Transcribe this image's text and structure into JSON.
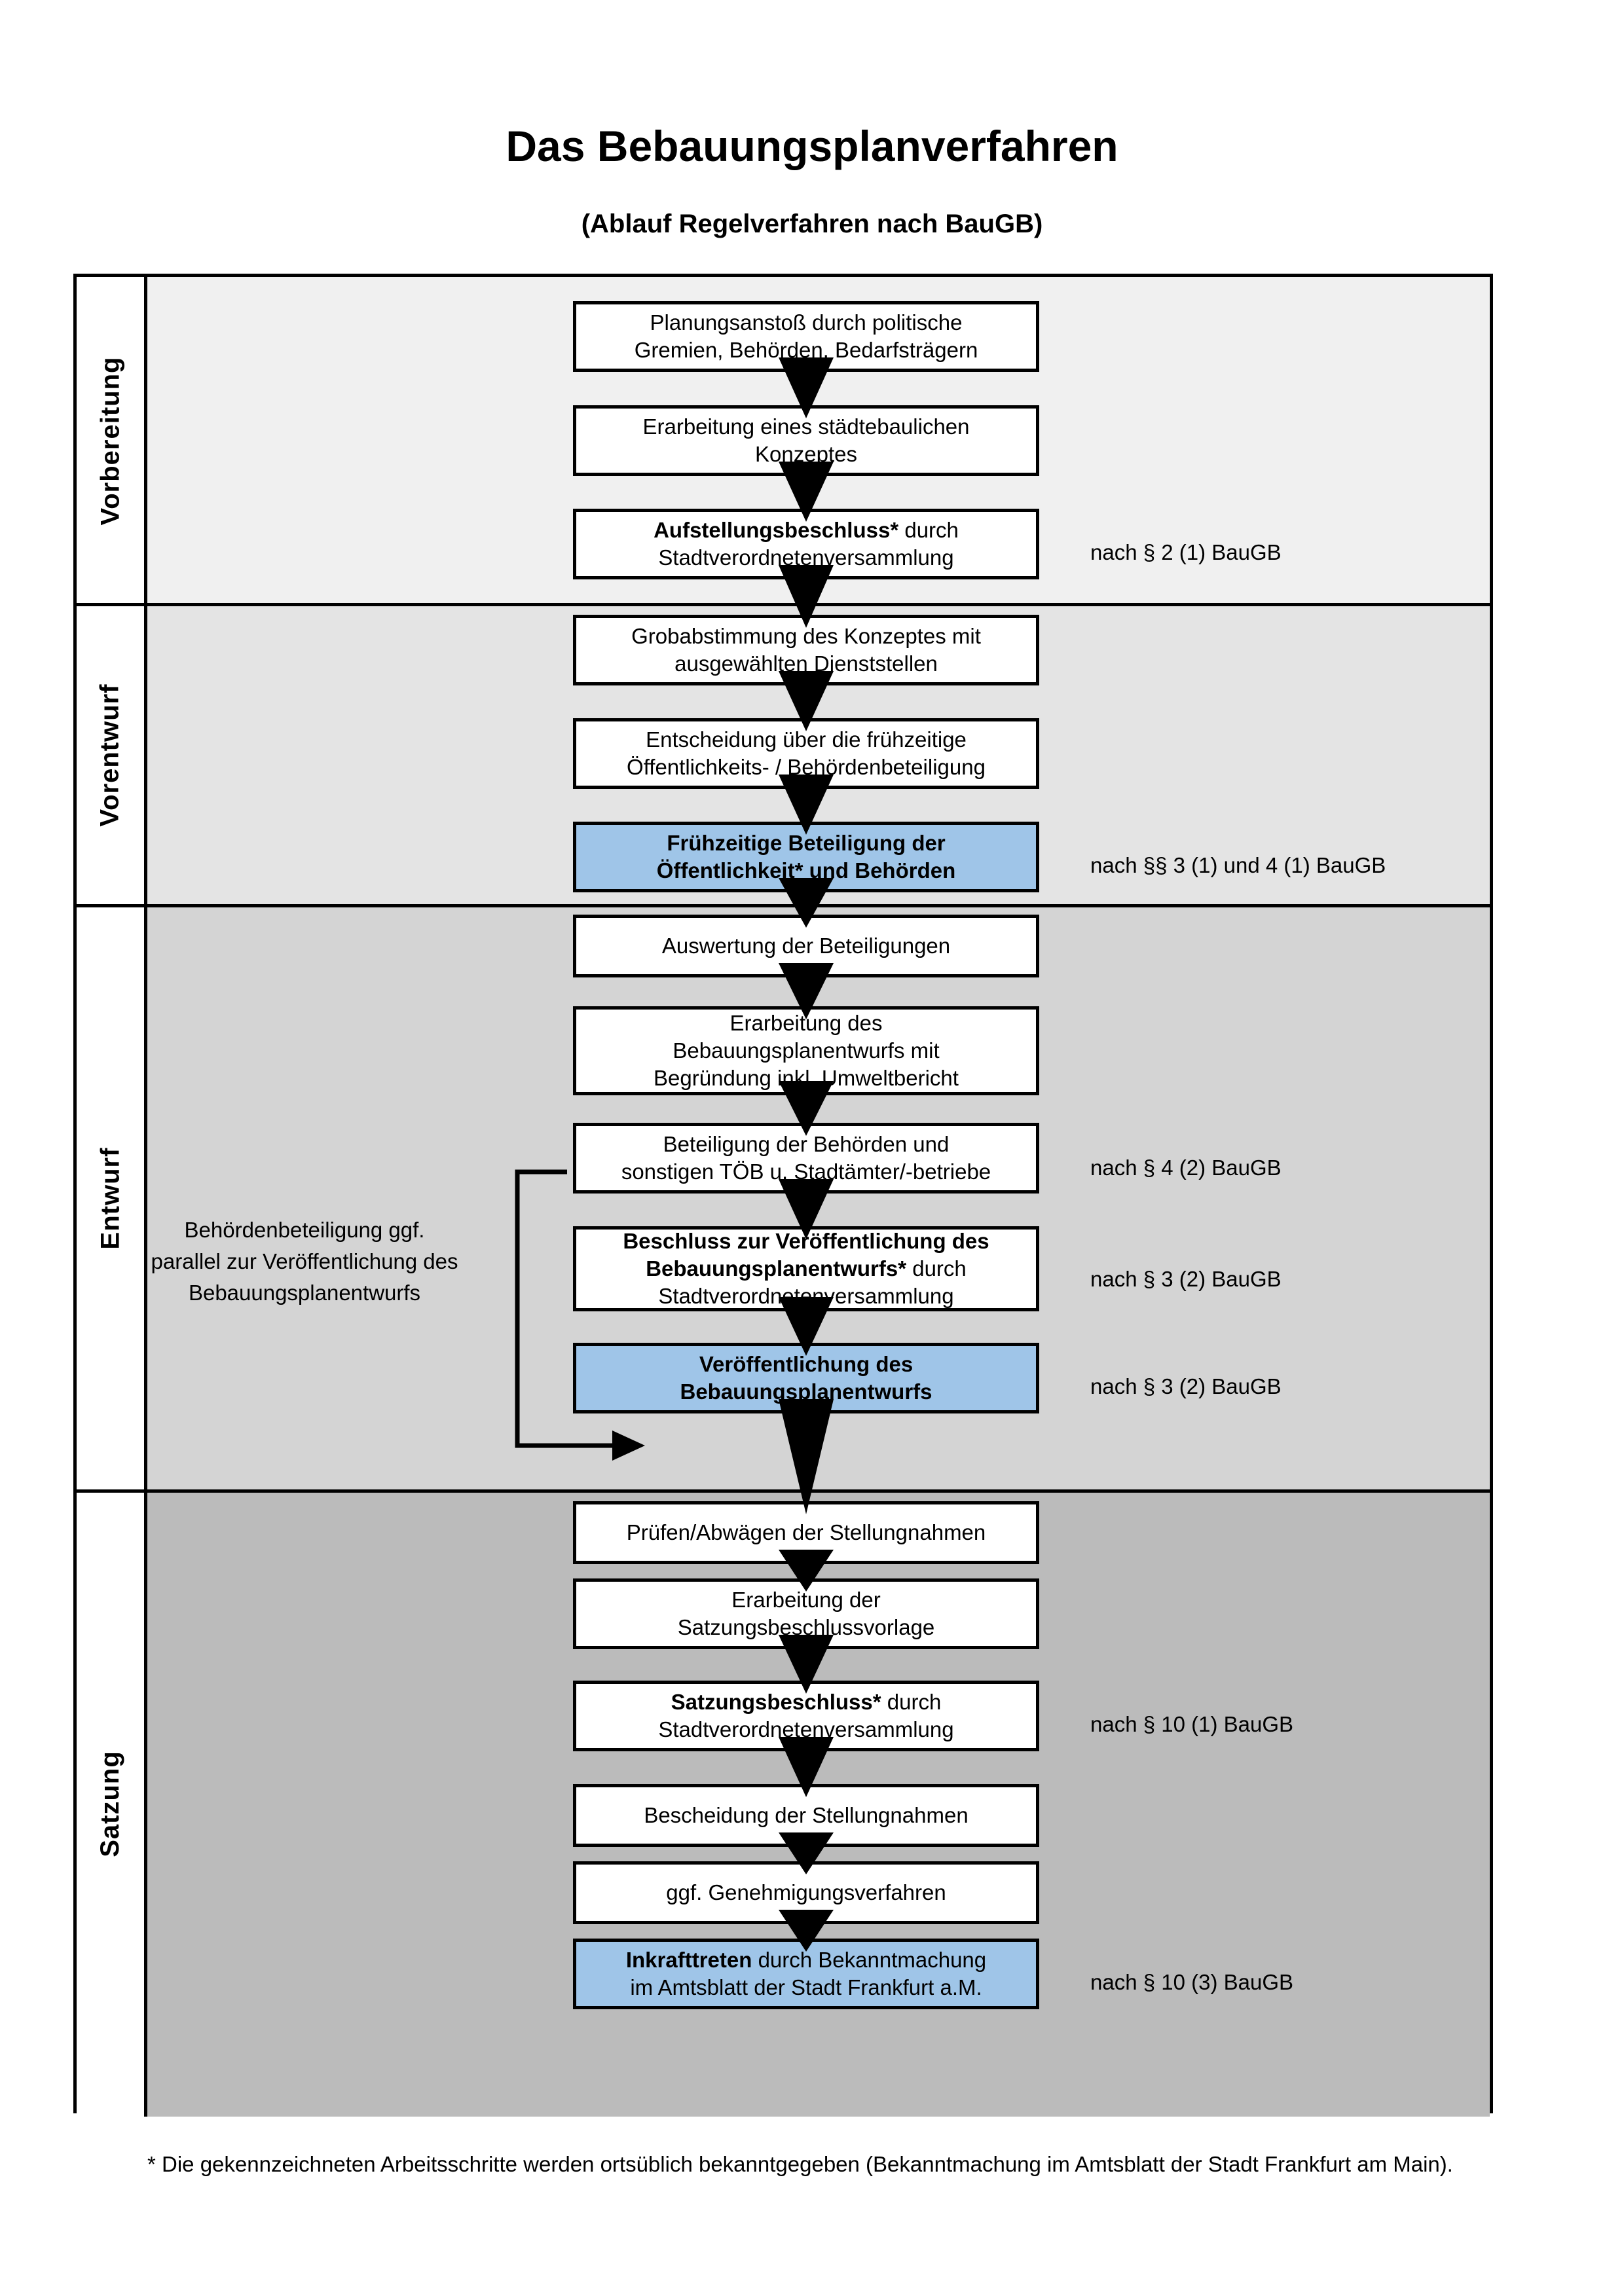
{
  "header": {
    "title": "Das Bebauungsplanverfahren",
    "subtitle": "(Ablauf Regelverfahren nach BauGB)"
  },
  "phases": [
    {
      "id": "vorbereitung",
      "label": "Vorbereitung",
      "background": "#F0F0F0"
    },
    {
      "id": "vorentwurf",
      "label": "Vorentwurf",
      "background": "#E4E4E4"
    },
    {
      "id": "entwurf",
      "label": "Entwurf",
      "background": "#D4D4D4"
    },
    {
      "id": "satzung",
      "label": "Satzung",
      "background": "#BBBBBB"
    }
  ],
  "steps": [
    {
      "id": "s1",
      "phase": "vorbereitung",
      "highlight": false,
      "lines": [
        {
          "text": "Planungsanstoß durch politische",
          "bold": false
        },
        {
          "text": "Gremien, Behörden, Bedarfsträgern",
          "bold": false
        }
      ]
    },
    {
      "id": "s2",
      "phase": "vorbereitung",
      "highlight": false,
      "lines": [
        {
          "text": "Erarbeitung eines städtebaulichen",
          "bold": false
        },
        {
          "text": "Konzeptes",
          "bold": false
        }
      ]
    },
    {
      "id": "s3",
      "phase": "vorbereitung",
      "highlight": false,
      "lines": [
        {
          "text": "Aufstellungsbeschluss*",
          "bold": true,
          "suffix": " durch"
        },
        {
          "text": "Stadtverordnetenversammlung",
          "bold": false
        }
      ]
    },
    {
      "id": "s4",
      "phase": "vorentwurf",
      "highlight": false,
      "lines": [
        {
          "text": "Grobabstimmung des Konzeptes mit",
          "bold": false
        },
        {
          "text": "ausgewählten Dienststellen",
          "bold": false
        }
      ]
    },
    {
      "id": "s5",
      "phase": "vorentwurf",
      "highlight": false,
      "lines": [
        {
          "text": "Entscheidung über die frühzeitige",
          "bold": false
        },
        {
          "text": "Öffentlichkeits- / Behördenbeteiligung",
          "bold": false
        }
      ]
    },
    {
      "id": "s6",
      "phase": "vorentwurf",
      "highlight": true,
      "lines": [
        {
          "text": "Frühzeitige Beteiligung der",
          "bold": true
        },
        {
          "text": "Öffentlichkeit* und Behörden",
          "bold": true
        }
      ]
    },
    {
      "id": "s7",
      "phase": "entwurf",
      "highlight": false,
      "lines": [
        {
          "text": "Auswertung der Beteiligungen",
          "bold": false
        }
      ]
    },
    {
      "id": "s8",
      "phase": "entwurf",
      "highlight": false,
      "lines": [
        {
          "text": "Erarbeitung des",
          "bold": false
        },
        {
          "text": "Bebauungsplanentwurfs mit",
          "bold": false
        },
        {
          "text": "Begründung inkl. Umweltbericht",
          "bold": false
        }
      ]
    },
    {
      "id": "s9",
      "phase": "entwurf",
      "highlight": false,
      "lines": [
        {
          "text": "Beteiligung der Behörden und",
          "bold": false
        },
        {
          "text": "sonstigen TÖB u. Stadtämter/-betriebe",
          "bold": false
        }
      ]
    },
    {
      "id": "s10",
      "phase": "entwurf",
      "highlight": false,
      "lines": [
        {
          "text": "Beschluss zur Veröffentlichung des",
          "bold": true
        },
        {
          "text": "Bebauungsplanentwurfs*",
          "bold": true,
          "suffix": " durch"
        },
        {
          "text": "Stadtverordnetenversammlung",
          "bold": false
        }
      ]
    },
    {
      "id": "s11",
      "phase": "entwurf",
      "highlight": true,
      "lines": [
        {
          "text": "Veröffentlichung des",
          "bold": true
        },
        {
          "text": "Bebauungsplanentwurfs",
          "bold": true
        }
      ]
    },
    {
      "id": "s12",
      "phase": "satzung",
      "highlight": false,
      "lines": [
        {
          "text": "Prüfen/Abwägen der Stellungnahmen",
          "bold": false
        }
      ]
    },
    {
      "id": "s13",
      "phase": "satzung",
      "highlight": false,
      "lines": [
        {
          "text": "Erarbeitung der",
          "bold": false
        },
        {
          "text": "Satzungsbeschlussvorlage",
          "bold": false
        }
      ]
    },
    {
      "id": "s14",
      "phase": "satzung",
      "highlight": false,
      "lines": [
        {
          "text": "Satzungsbeschluss*",
          "bold": true,
          "suffix": " durch"
        },
        {
          "text": "Stadtverordnetenversammlung",
          "bold": false
        }
      ]
    },
    {
      "id": "s15",
      "phase": "satzung",
      "highlight": false,
      "lines": [
        {
          "text": "Bescheidung der Stellungnahmen",
          "bold": false
        }
      ]
    },
    {
      "id": "s16",
      "phase": "satzung",
      "highlight": false,
      "lines": [
        {
          "text": "ggf. Genehmigungsverfahren",
          "bold": false
        }
      ]
    },
    {
      "id": "s17",
      "phase": "satzung",
      "highlight": true,
      "lines": [
        {
          "text": "Inkrafttreten",
          "bold": true,
          "suffix": " durch Bekanntmachung"
        },
        {
          "text": "im Amtsblatt der Stadt Frankfurt a.M.",
          "bold": false
        }
      ]
    }
  ],
  "legal_notes": [
    {
      "id": "l1",
      "text": "nach § 2 (1) BauGB",
      "for": "s3"
    },
    {
      "id": "l2",
      "text": "nach §§ 3 (1) und 4 (1) BauGB",
      "for": "s6"
    },
    {
      "id": "l3",
      "text": "nach § 4 (2) BauGB",
      "for": "s9"
    },
    {
      "id": "l4",
      "text": "nach § 3 (2) BauGB",
      "for": "s10"
    },
    {
      "id": "l5",
      "text": "nach § 3 (2) BauGB",
      "for": "s11"
    },
    {
      "id": "l6",
      "text": "nach § 10 (1) BauGB",
      "for": "s14"
    },
    {
      "id": "l7",
      "text": "nach § 10 (3) BauGB",
      "for": "s17"
    }
  ],
  "side_note": "Behördenbeteiligung ggf. parallel zur Veröffentlichung des Bebauungsplanentwurfs",
  "footnote": "* Die gekennzeichneten Arbeitsschritte werden ortsüblich bekanntgegeben (Bekanntmachung im Amtsblatt  der Stadt Frankfurt am Main).",
  "colors": {
    "highlight_box": "#9FC5E8",
    "box_border": "#000000",
    "box_fill": "#FFFFFF"
  }
}
